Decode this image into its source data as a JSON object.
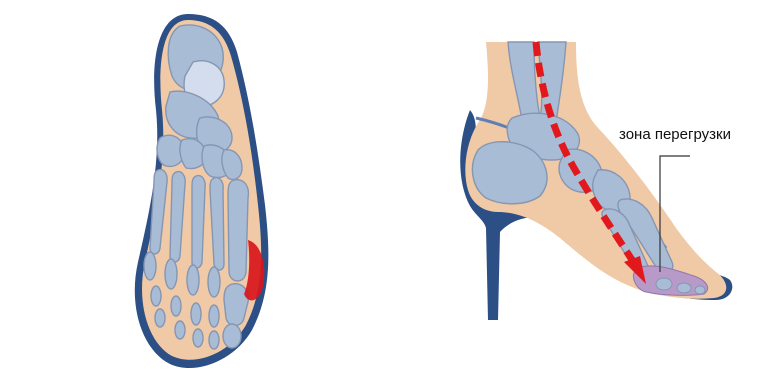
{
  "annotation": {
    "overload_zone_label": "зона перегрузки"
  },
  "colors": {
    "skin": "#f0c9a6",
    "outline": "#2c4f86",
    "bone": "#a9bcd6",
    "bone_stroke": "#8596b3",
    "inflammation": "#d8161b",
    "load_arrow": "#e1191d",
    "overload_area": "#b89ac8",
    "heel_shoe": "#2c4f86"
  },
  "icons": {
    "left_figure": "foot-top-view-skeleton",
    "right_figure": "foot-in-high-heel-side-view",
    "arrow": "dashed-load-arrow"
  }
}
